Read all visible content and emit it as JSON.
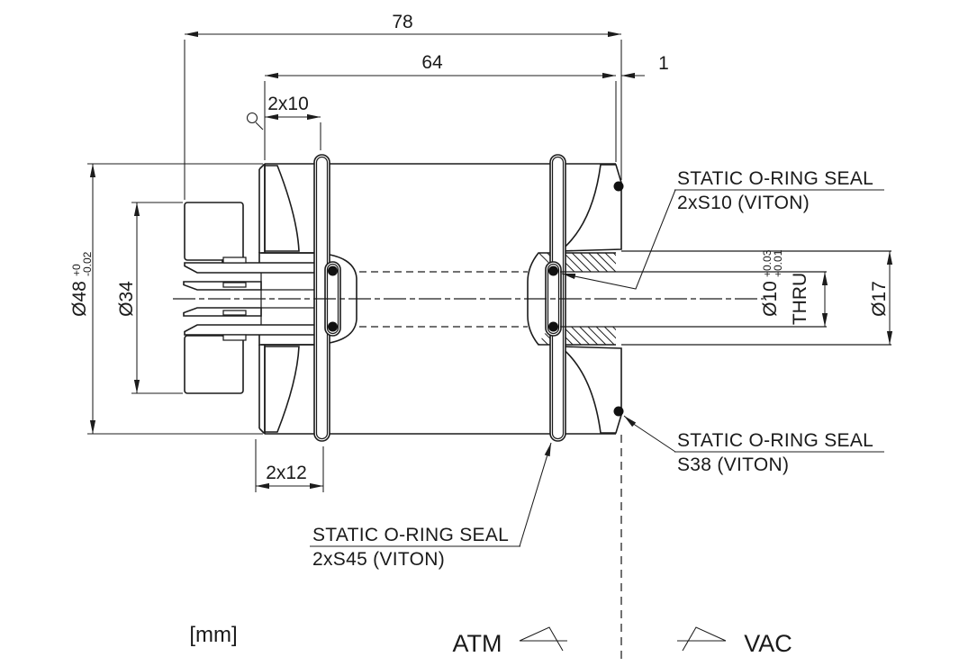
{
  "drawing": {
    "title": "o-ring sealed feedthrough cross-section",
    "units_label": "[mm]",
    "dims": {
      "overall_length": "78",
      "sleeve_length": "64",
      "flange_offset": "1",
      "groove_position_top": "2x10",
      "groove_position_bottom": "2x12"
    },
    "diameters": {
      "d48": "Ø48",
      "d48_tol_upper": "+0",
      "d48_tol_lower": "-0.02",
      "d34": "Ø34",
      "d10": "Ø10",
      "d10_tol_upper": "+0.03",
      "d10_tol_lower": "+0.01",
      "d10_thru": "THRU",
      "d17": "Ø17"
    },
    "seal_labels": {
      "s10": {
        "line1": "STATIC O-RING SEAL",
        "line2": "2xS10  (VITON)"
      },
      "s38": {
        "line1": "STATIC O-RING SEAL",
        "line2": "S38  (VITON)"
      },
      "s45": {
        "line1": "STATIC O-RING SEAL",
        "line2": "2xS45  (VITON)"
      }
    },
    "flow": {
      "left": "ATM",
      "right": "VAC"
    },
    "colors": {
      "line": "#1c1c1c",
      "background": "#ffffff",
      "seal_dot": "#111111"
    }
  }
}
